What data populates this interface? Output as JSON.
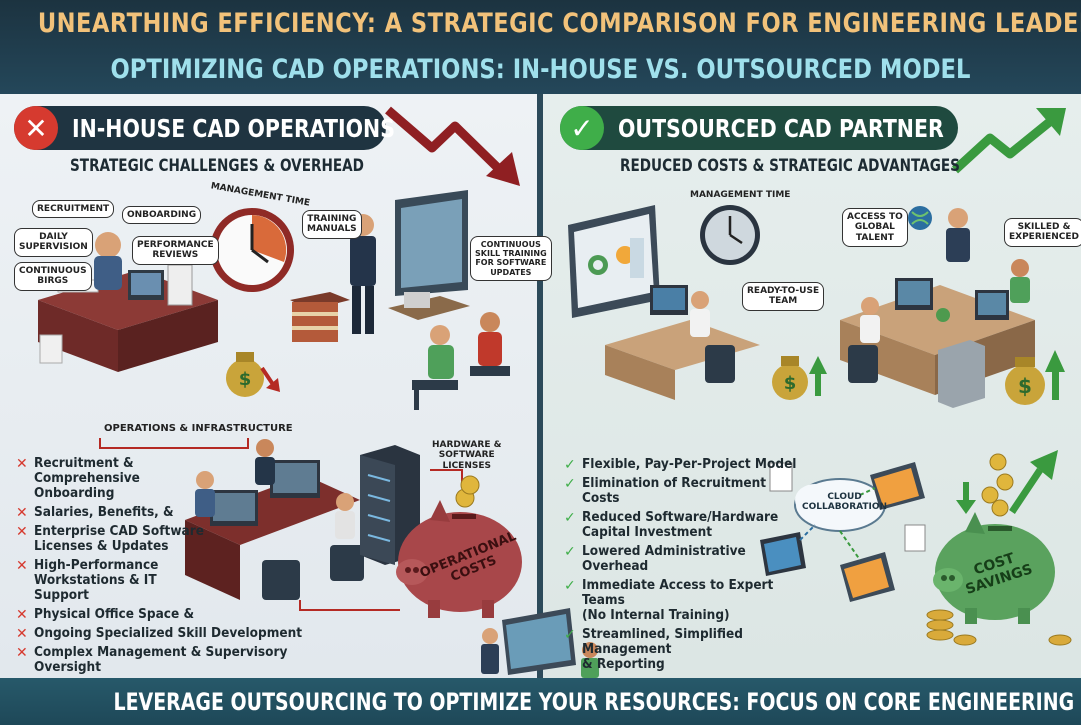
{
  "title": "UNEARTHING EFFICIENCY: A STRATEGIC COMPARISON FOR ENGINEERING LEADERSHIP",
  "subtitle": "OPTIMIZING CAD OPERATIONS: IN-HOUSE VS. OUTSOURCED MODEL",
  "colors": {
    "inhouse_accent": "#d63a2f",
    "outsourced_accent": "#3fae49",
    "header_bg": "#1c3340",
    "title": "#f2c27a",
    "subtitle": "#9fe0ec"
  },
  "inhouse": {
    "heading": "IN-HOUSE CAD OPERATIONS",
    "subheading": "STRATEGIC CHALLENGES & OVERHEAD",
    "icon": "x-icon",
    "bubbles": {
      "recruitment": "RECRUITMENT",
      "onboarding": "ONBOARDING",
      "daily_supervision": "DAILY\nSUPERVISION",
      "performance_reviews": "PERFORMANCE\nREVIEWS",
      "continuous_birgs": "CONTINUOUS\nBIRGS",
      "training_manuals": "TRAINING\nMANUALS",
      "skill_training": "CONTINUOUS\nSKILL TRAINING\nFOR SOFTWARE\nUPDATES"
    },
    "management_time": "MANAGEMENT TIME",
    "ops_label": "OPERATIONS & INFRASTRUCTURE",
    "hardware_label": "HARDWARE &\nSOFTWARE\nLICENSES",
    "piggy_label": "OPERATIONAL\nCOSTS",
    "items": [
      "Recruitment & Comprehensive\nOnboarding",
      "Salaries, Benefits, &",
      "Enterprise CAD Software\nLicenses & Updates",
      "High-Performance\nWorkstations & IT Support",
      "Physical Office Space &",
      "Ongoing Specialized Skill Development",
      "Complex Management & Supervisory Oversight"
    ]
  },
  "outsourced": {
    "heading": "OUTSOURCED CAD PARTNER",
    "subheading": "REDUCED COSTS & STRATEGIC ADVANTAGES",
    "icon": "check-icon",
    "management_time": "MANAGEMENT TIME",
    "bubbles": {
      "ready_team": "READY-TO-USE\nTEAM",
      "global_talent": "ACCESS TO\nGLOBAL\nTALENT",
      "skilled": "SKILLED &\nEXPERIENCED"
    },
    "cloud_label": "CLOUD\nCOLLABORATION",
    "piggy_label": "COST\nSAVINGS",
    "items": [
      "Flexible, Pay-Per-Project Model",
      "Elimination of Recruitment\nCosts",
      "Reduced Software/Hardware\nCapital Investment",
      "Lowered Administrative\nOverhead",
      "Immediate Access to Expert Teams\n(No Internal Training)",
      "Streamlined, Simplified Management\n& Reporting"
    ]
  },
  "footer": "LEVERAGE OUTSOURCING TO OPTIMIZE YOUR RESOURCES: FOCUS ON CORE ENGINEERING & INNOVATION"
}
